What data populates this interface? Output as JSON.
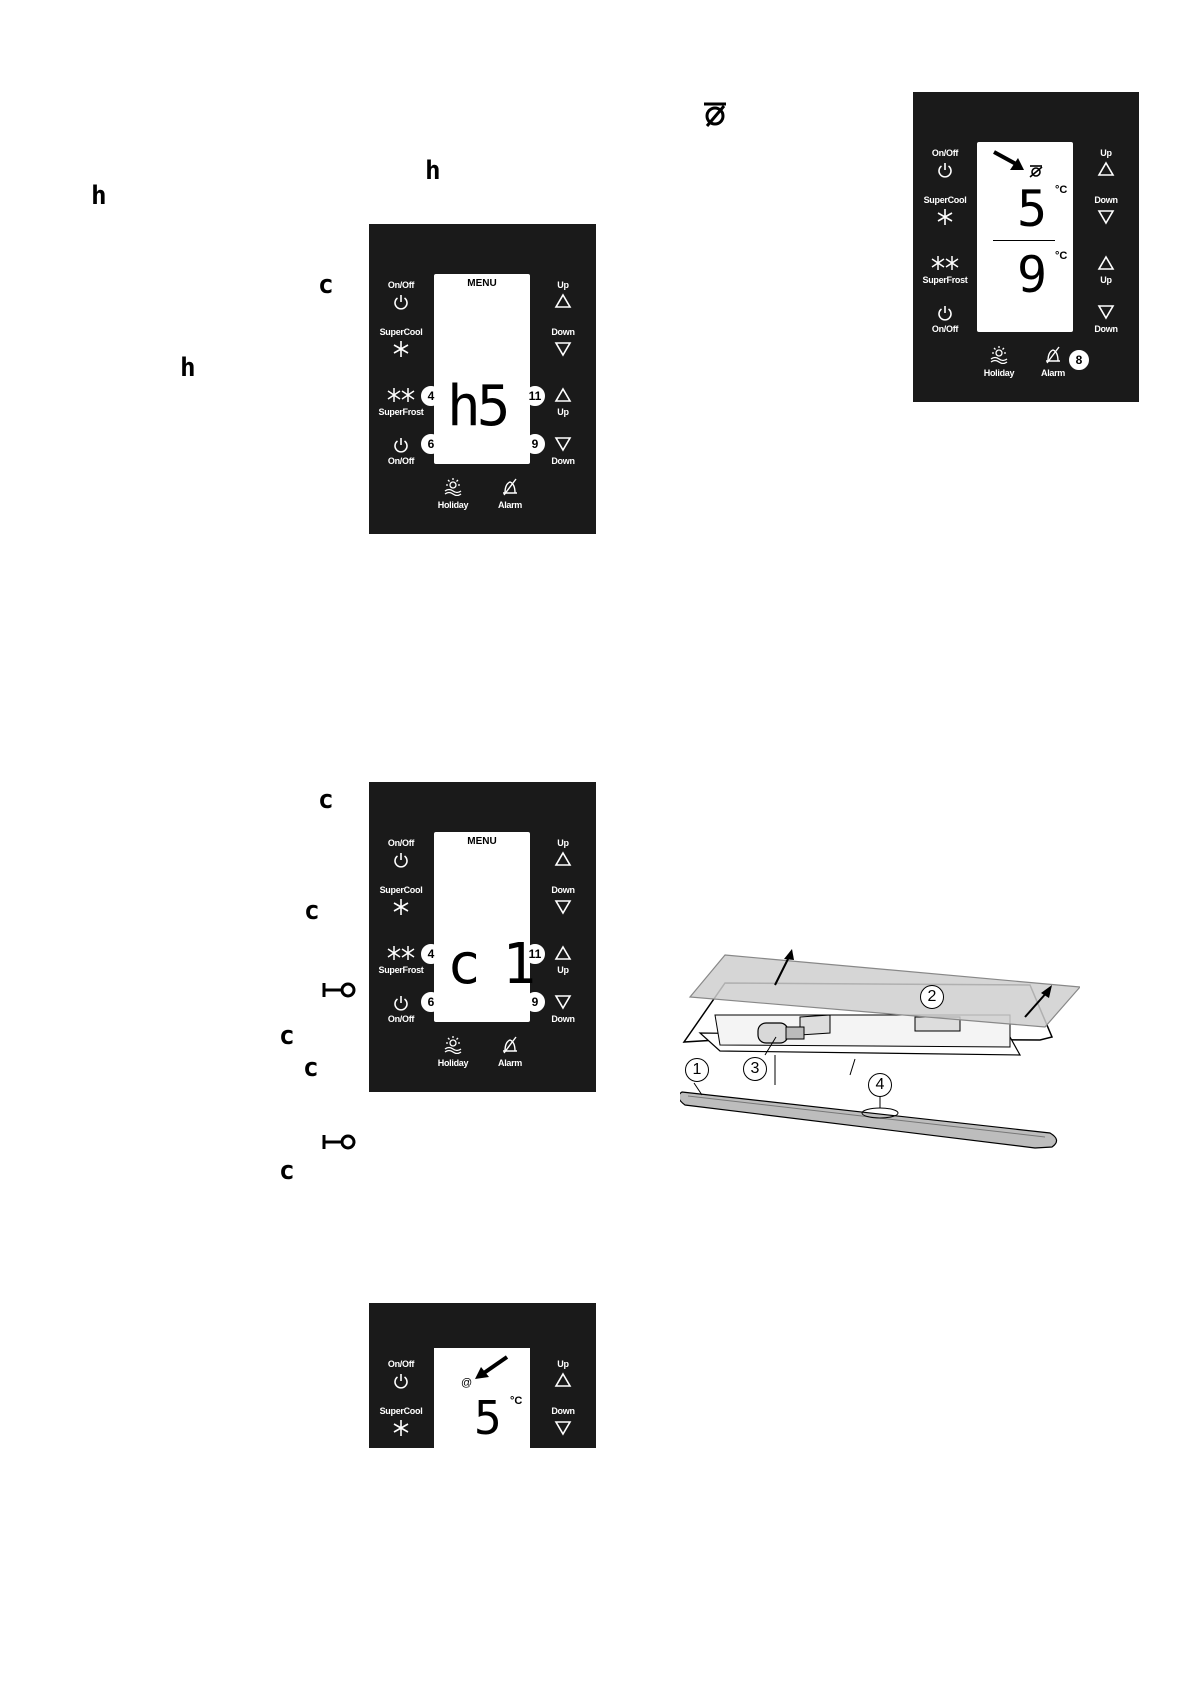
{
  "page_symbols": {
    "sym_h_1": "h",
    "sym_h_2": "h",
    "sym_c_1": "c",
    "sym_h_3": "h",
    "sym_c_2": "c",
    "sym_c_3": "c",
    "sym_c_4": "c",
    "sym_c_5": "c",
    "sym_c_6": "c"
  },
  "labels": {
    "on_off": "On/Off",
    "supercool": "SuperCool",
    "superfrost": "SuperFrost",
    "up": "Up",
    "down": "Down",
    "holiday": "Holiday",
    "alarm": "Alarm",
    "menu": "MENU",
    "deg_c": "°C",
    "at": "@"
  },
  "panel_a": {
    "display": "h5",
    "callouts": {
      "superfrost": "4",
      "up": "11",
      "onoff": "6",
      "down": "9"
    }
  },
  "panel_b": {
    "display": "c 1",
    "callouts": {
      "superfrost": "4",
      "up": "11",
      "onoff": "6",
      "down": "9"
    }
  },
  "panel_c": {
    "display": "5"
  },
  "panel_d": {
    "display_top": "5",
    "display_bottom": "9",
    "callouts": {
      "alarm": "8"
    }
  },
  "diagram": {
    "callouts": [
      "1",
      "2",
      "3",
      "4"
    ]
  },
  "colors": {
    "panel": "#1a1a1a",
    "lcd": "#ffffff"
  }
}
